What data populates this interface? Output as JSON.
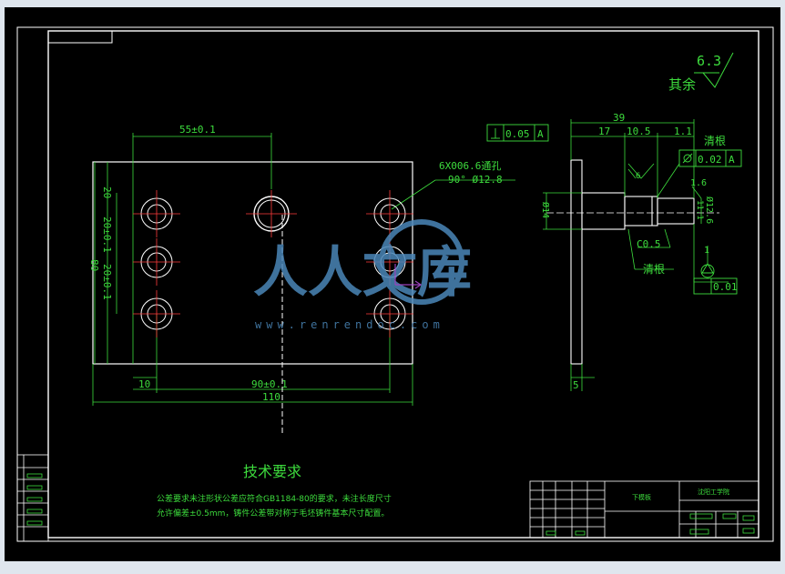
{
  "drawing": {
    "roughness_value": "6.3",
    "roughness_note": "其余",
    "dims": {
      "top_width": "55±0.1",
      "left_20": "20",
      "left_spacing_1": "20±0.1",
      "left_spacing_2": "20±0.1",
      "left_height": "80",
      "bottom_10": "10",
      "bottom_90": "90±0.1",
      "bottom_110": "110",
      "hole_note_1": "6X006.6通孔",
      "hole_note_2": "90° Ø12.8",
      "side_39": "39",
      "side_17": "17",
      "side_105": "10.5",
      "side_11": "1.1",
      "side_d14": "Ø14",
      "side_d126": "Ø12.6",
      "side_11b": "11.1",
      "side_16": "1.6",
      "side_c05": "C0.5",
      "side_5": "5",
      "side_6": "6",
      "side_1": "1"
    },
    "gdt": {
      "perp_value": "0.05",
      "perp_datum": "A",
      "pos_value": "0.02",
      "pos_datum": "A",
      "flat_value": "0.01",
      "qinggen_1": "清根",
      "qinggen_2": "清根"
    },
    "tech_title": "技术要求",
    "tech_line_1": "公差要求未注形状公差应符合GB1184-80的要求，未注长度尺寸",
    "tech_line_2": "允许偏差±0.5mm，铸件公差带对称于毛坯铸件基本尺寸配置。",
    "title_block": {
      "part_name": "下模板",
      "school": "沈阳工学院"
    },
    "watermark": {
      "main": "人人文库",
      "url": "www.renrendoc.com"
    }
  },
  "colors": {
    "canvas": "#000000",
    "border": "#ffffff",
    "dimension": "#3ddc3d",
    "center_line": "#ff3b3b",
    "watermark": "#4a86b8"
  }
}
